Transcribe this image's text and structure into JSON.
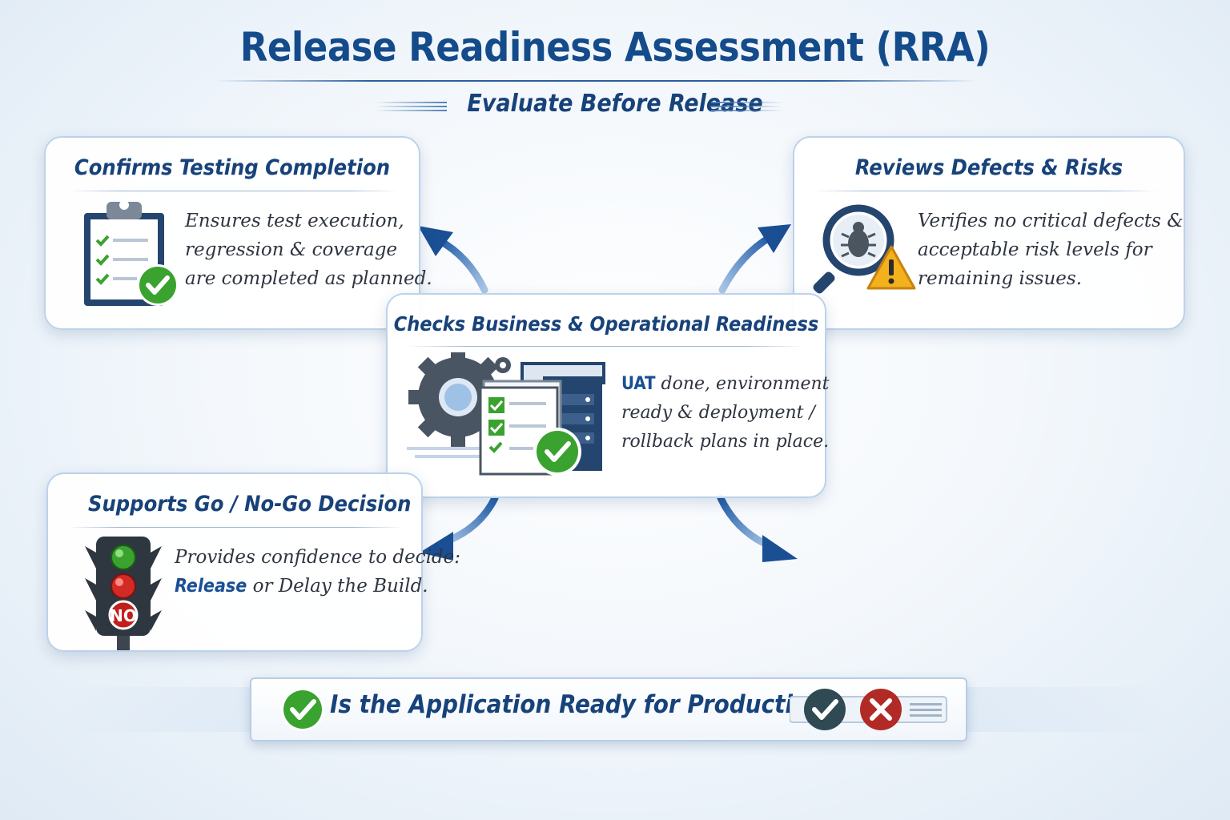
{
  "header": {
    "title": "Release Readiness Assessment (RRA)",
    "subtitle": "Evaluate Before Release"
  },
  "cards": {
    "testing": {
      "title": "Confirms Testing Completion",
      "lines": [
        "Ensures test execution,",
        "regression & coverage",
        "are completed as planned."
      ]
    },
    "defects": {
      "title": "Reviews Defects & Risks",
      "lines": [
        "Verifies no critical defects &",
        "acceptable risk levels for",
        "remaining issues."
      ]
    },
    "business": {
      "title": "Checks Business & Operational Readiness",
      "highlight": "UAT",
      "line1_rest": " done, environment",
      "lines": [
        "ready & deployment /",
        "rollback plans in place."
      ]
    },
    "decision": {
      "title": "Supports Go / No-Go Decision",
      "line1": "Provides confidence to decide:",
      "highlight": "Release",
      "line2_rest": " or Delay the Build."
    }
  },
  "traffic_light": {
    "label": "NO"
  },
  "banner": {
    "question": "Is the Application Ready for Production?"
  },
  "colors": {
    "primary": "#144b8a",
    "heading": "#17427a",
    "check_green": "#3aa22e",
    "red": "#c0302c",
    "amber": "#f2b11d",
    "icon_navy": "#24456e"
  },
  "icons": {
    "clipboard": "clipboard-checklist-icon",
    "bug_magnifier": "bug-magnifier-icon",
    "warning": "warning-icon",
    "gear_server": "gear-checklist-server-icon",
    "traffic_light": "traffic-light-icon",
    "check": "check-icon",
    "cross": "cross-icon"
  }
}
